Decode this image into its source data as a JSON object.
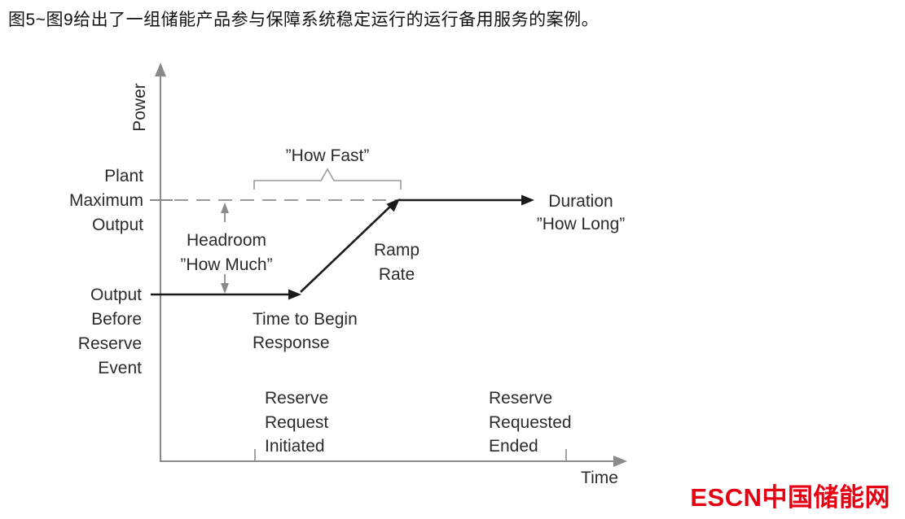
{
  "title": "图5~图9给出了一组储能产品参与保障系统稳定运行的运行备用服务的案例。",
  "diagram": {
    "y_axis_label": "Power",
    "x_axis_label": "Time",
    "plant_max_lines": [
      "Plant",
      "Maximum",
      "Output"
    ],
    "output_before_lines": [
      "Output",
      "Before",
      "Reserve",
      "Event"
    ],
    "headroom_lines": [
      "Headroom",
      "”How Much”"
    ],
    "how_fast": "”How Fast”",
    "ramp_lines": [
      "Ramp",
      "Rate"
    ],
    "duration_lines": [
      "Duration",
      "”How Long”"
    ],
    "time_to_begin_lines": [
      "Time to Begin",
      "Response"
    ],
    "reserve_initiated_lines": [
      "Reserve",
      "Request",
      "Initiated"
    ],
    "reserve_ended_lines": [
      "Reserve",
      "Requested",
      "Ended"
    ]
  },
  "watermark": {
    "text": "ESCN中国储能网",
    "color": "#e60012"
  },
  "colors": {
    "axis": "#8a8a8a",
    "curve": "#1a1a1a",
    "text": "#2b2b2b"
  }
}
